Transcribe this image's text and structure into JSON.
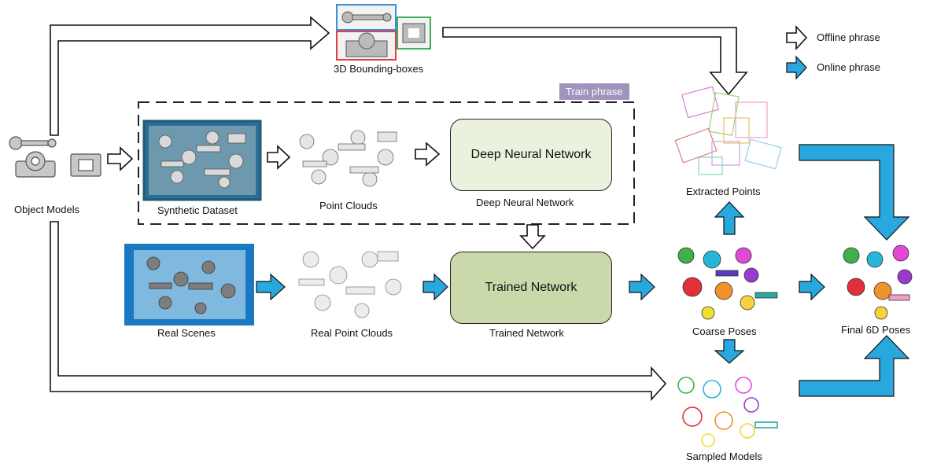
{
  "labels": {
    "object_models": "Object Models",
    "bounding_boxes": "3D Bounding-boxes",
    "synthetic_dataset": "Synthetic Dataset",
    "point_clouds": "Point Clouds",
    "dnn_caption": "Deep Neural Network",
    "real_scenes": "Real Scenes",
    "real_point_clouds": "Real Point Clouds",
    "trained_caption": "Trained Network",
    "extracted_points": "Extracted Points",
    "coarse_poses": "Coarse Poses",
    "sampled_models": "Sampled Models",
    "final_poses": "Final 6D Poses"
  },
  "nodes": {
    "dnn": "Deep Neural Network",
    "trained": "Trained Network"
  },
  "train_phrase": "Train phrase",
  "legend": {
    "offline": "Offline phrase",
    "online": "Online phrase"
  },
  "colors": {
    "online_arrow": "#29a8df",
    "dnn_fill": "#eaf2dd",
    "trained_fill": "#c9d9a9",
    "badge": "#a193bd"
  }
}
